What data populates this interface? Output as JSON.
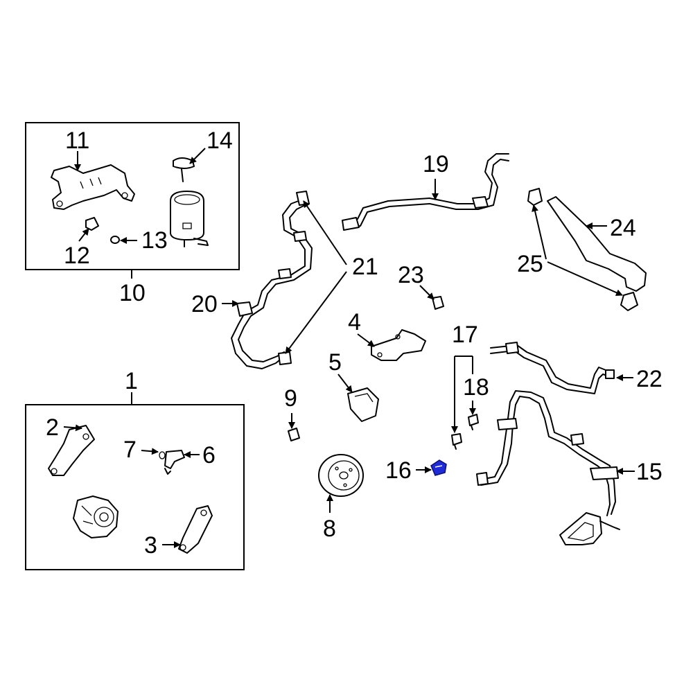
{
  "callouts": {
    "c1": "1",
    "c2": "2",
    "c3": "3",
    "c4": "4",
    "c5": "5",
    "c6": "6",
    "c7": "7",
    "c8": "8",
    "c9": "9",
    "c10": "10",
    "c11": "11",
    "c12": "12",
    "c13": "13",
    "c14": "14",
    "c15": "15",
    "c16": "16",
    "c17": "17",
    "c18": "18",
    "c19": "19",
    "c20": "20",
    "c21": "21",
    "c22": "22",
    "c23": "23",
    "c24": "24",
    "c25": "25"
  },
  "colors": {
    "highlight": "#1f2bd6",
    "line": "#000000",
    "background": "#ffffff"
  },
  "highlighted_part": "16"
}
